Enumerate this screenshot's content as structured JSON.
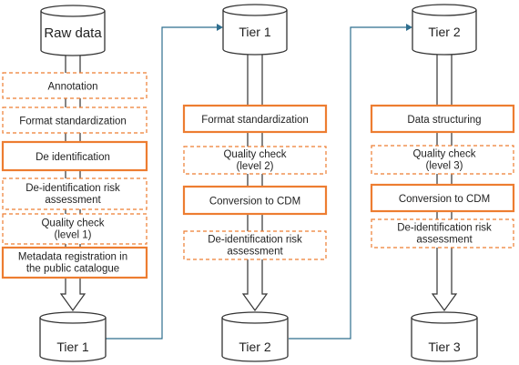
{
  "colors": {
    "box_border": "#ED7D31",
    "connector": "#2E6E8E",
    "cylinder_fill": "#FFFFFF",
    "cylinder_stroke": "#333333",
    "arrow_stroke": "#333333",
    "text": "#222222"
  },
  "columns": [
    {
      "top_store": "Raw data",
      "bottom_store": "Tier 1",
      "steps": [
        {
          "lines": [
            "Annotation"
          ],
          "style": "dashed"
        },
        {
          "lines": [
            "Format standardization"
          ],
          "style": "dashed"
        },
        {
          "lines": [
            "De identification"
          ],
          "style": "solid"
        },
        {
          "lines": [
            "De-identification risk",
            "assessment"
          ],
          "style": "dashed"
        },
        {
          "lines": [
            "Quality check",
            "(level 1)"
          ],
          "style": "dashed"
        },
        {
          "lines": [
            "Metadata registration in",
            "the public catalogue"
          ],
          "style": "solid"
        }
      ]
    },
    {
      "top_store": "Tier 1",
      "bottom_store": "Tier 2",
      "steps": [
        {
          "lines": [
            "Format standardization"
          ],
          "style": "solid"
        },
        {
          "lines": [
            "Quality check",
            "(level 2)"
          ],
          "style": "dashed"
        },
        {
          "lines": [
            "Conversion to CDM"
          ],
          "style": "solid"
        },
        {
          "lines": [
            "De-identification risk",
            "assessment"
          ],
          "style": "dashed"
        }
      ]
    },
    {
      "top_store": "Tier 2",
      "bottom_store": "Tier 3",
      "steps": [
        {
          "lines": [
            "Data structuring"
          ],
          "style": "solid"
        },
        {
          "lines": [
            "Quality check",
            "(level 3)"
          ],
          "style": "dashed"
        },
        {
          "lines": [
            "Conversion to CDM"
          ],
          "style": "solid"
        },
        {
          "lines": [
            "De-identification risk",
            "assessment"
          ],
          "style": "dashed"
        }
      ]
    }
  ]
}
